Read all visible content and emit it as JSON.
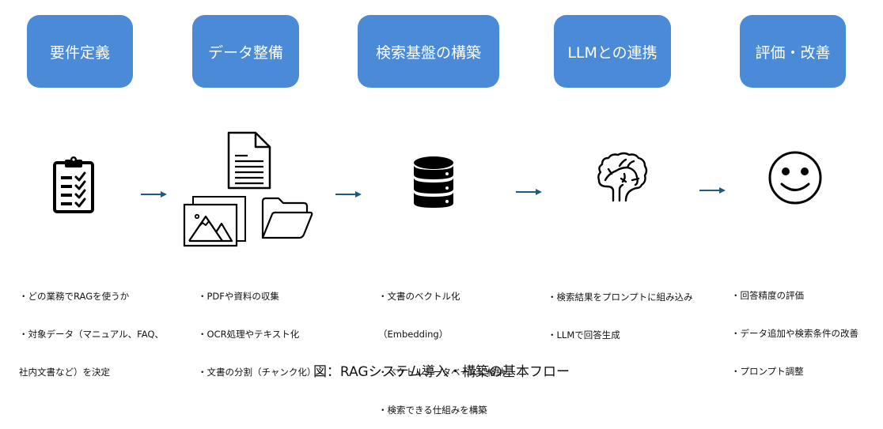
{
  "steps": [
    {
      "title": "要件定義",
      "icon": "clipboard-checklist-icon",
      "bullets": [
        "・どの業務でRAGを使うか",
        "・対象データ（マニュアル、FAQ、",
        "社内文書など）を決定"
      ]
    },
    {
      "title": "データ整備",
      "icon": "documents-images-folder-icon",
      "bullets": [
        "・PDFや資料の収集",
        "・OCR処理やテキスト化",
        "・文書の分割（チャンク化）"
      ]
    },
    {
      "title": "検索基盤の構築",
      "icon": "database-icon",
      "bullets": [
        "・文書のベクトル化",
        "（Embedding）",
        "・ベクトルデータベースに格納",
        "・検索できる仕組みを構築"
      ]
    },
    {
      "title": "LLMとの連携",
      "icon": "brain-icon",
      "bullets": [
        "・検索結果をプロンプトに組み込み",
        "・LLMで回答生成"
      ]
    },
    {
      "title": "評価・改善",
      "icon": "smiley-face-icon",
      "bullets": [
        "・回答精度の評価",
        "・データ追加や検索条件の改善",
        "・プロンプト調整"
      ]
    }
  ],
  "arrows": [
    "arrow-right-icon",
    "arrow-right-icon",
    "arrow-right-icon",
    "arrow-right-icon"
  ],
  "caption": "図：RAGシステム導入・構築の基本フロー",
  "colors": {
    "step_box": "#4a8ad6",
    "step_text": "#ffffff",
    "arrow": "#1f5b80",
    "icon": "#000000"
  }
}
